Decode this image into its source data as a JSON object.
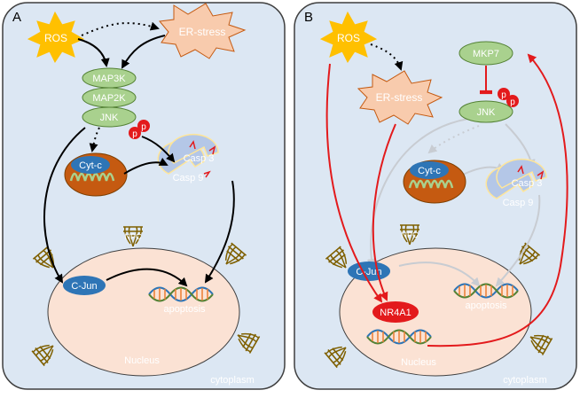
{
  "panel_a": {
    "letter": "A",
    "ros": "ROS",
    "er_stress": "ER-stress",
    "map3k": "MAP3K",
    "map2k": "MAP2K",
    "jnk": "JNK",
    "phospho": [
      "p",
      "p"
    ],
    "cytc": "Cyt-c",
    "casp3": "Casp 3",
    "casp9": "Casp 9",
    "cjun": "C-Jun",
    "apoptosis": "apoptosis",
    "nucleus": "Nucleus",
    "cytoplasm": "cytoplasm",
    "npc": "NPC"
  },
  "panel_b": {
    "letter": "B",
    "ros": "ROS",
    "er_stress": "ER-stress",
    "mkp7": "MKP7",
    "jnk": "JNK",
    "phospho": [
      "p",
      "p"
    ],
    "cytc": "Cyt-c",
    "casp3": "Casp 3",
    "casp9": "Casp 9",
    "cjun": "C-Jun",
    "apoptosis": "apoptosis",
    "nr4a1": "NR4A1",
    "nucleus": "Nucleus",
    "cytoplasm": "cytoplasm",
    "npc": "NPC"
  },
  "colors": {
    "cell_fill": "#dce7f3",
    "cell_stroke": "#3f3f3f",
    "nucleus_fill": "#fbe2d4",
    "kinase_fill": "#a9d18e",
    "blue_fill": "#2e75b6",
    "ros_fill": "#ffc000",
    "er_fill": "#f8cbad",
    "red": "#e31a1c",
    "grey": "#c8ccd2"
  }
}
